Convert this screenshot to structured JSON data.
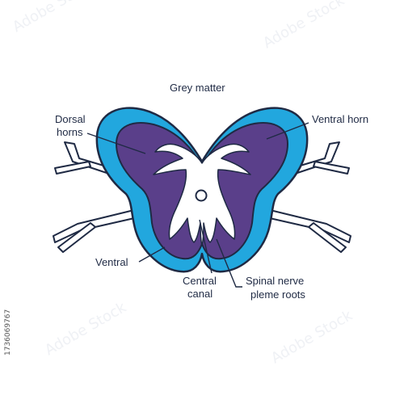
{
  "labels": {
    "grey_matter": "Grey matter",
    "dorsal_line1": "Dorsal",
    "dorsal_line2": "horns",
    "ventral_horn": "Ventral horn",
    "ventral": "Ventral",
    "central_line1": "Central",
    "central_line2": "canal",
    "spinal_line1": "Spinal nerve",
    "spinal_line2": "pleme roots"
  },
  "stock_id": "1736069767",
  "watermark_text": "Adobe Stock",
  "colors": {
    "outline": "#1f2a44",
    "outer_matter": "#22a7de",
    "inner_matter": "#5a3f8a",
    "nerve": "#ffffff",
    "background": "#ffffff"
  }
}
